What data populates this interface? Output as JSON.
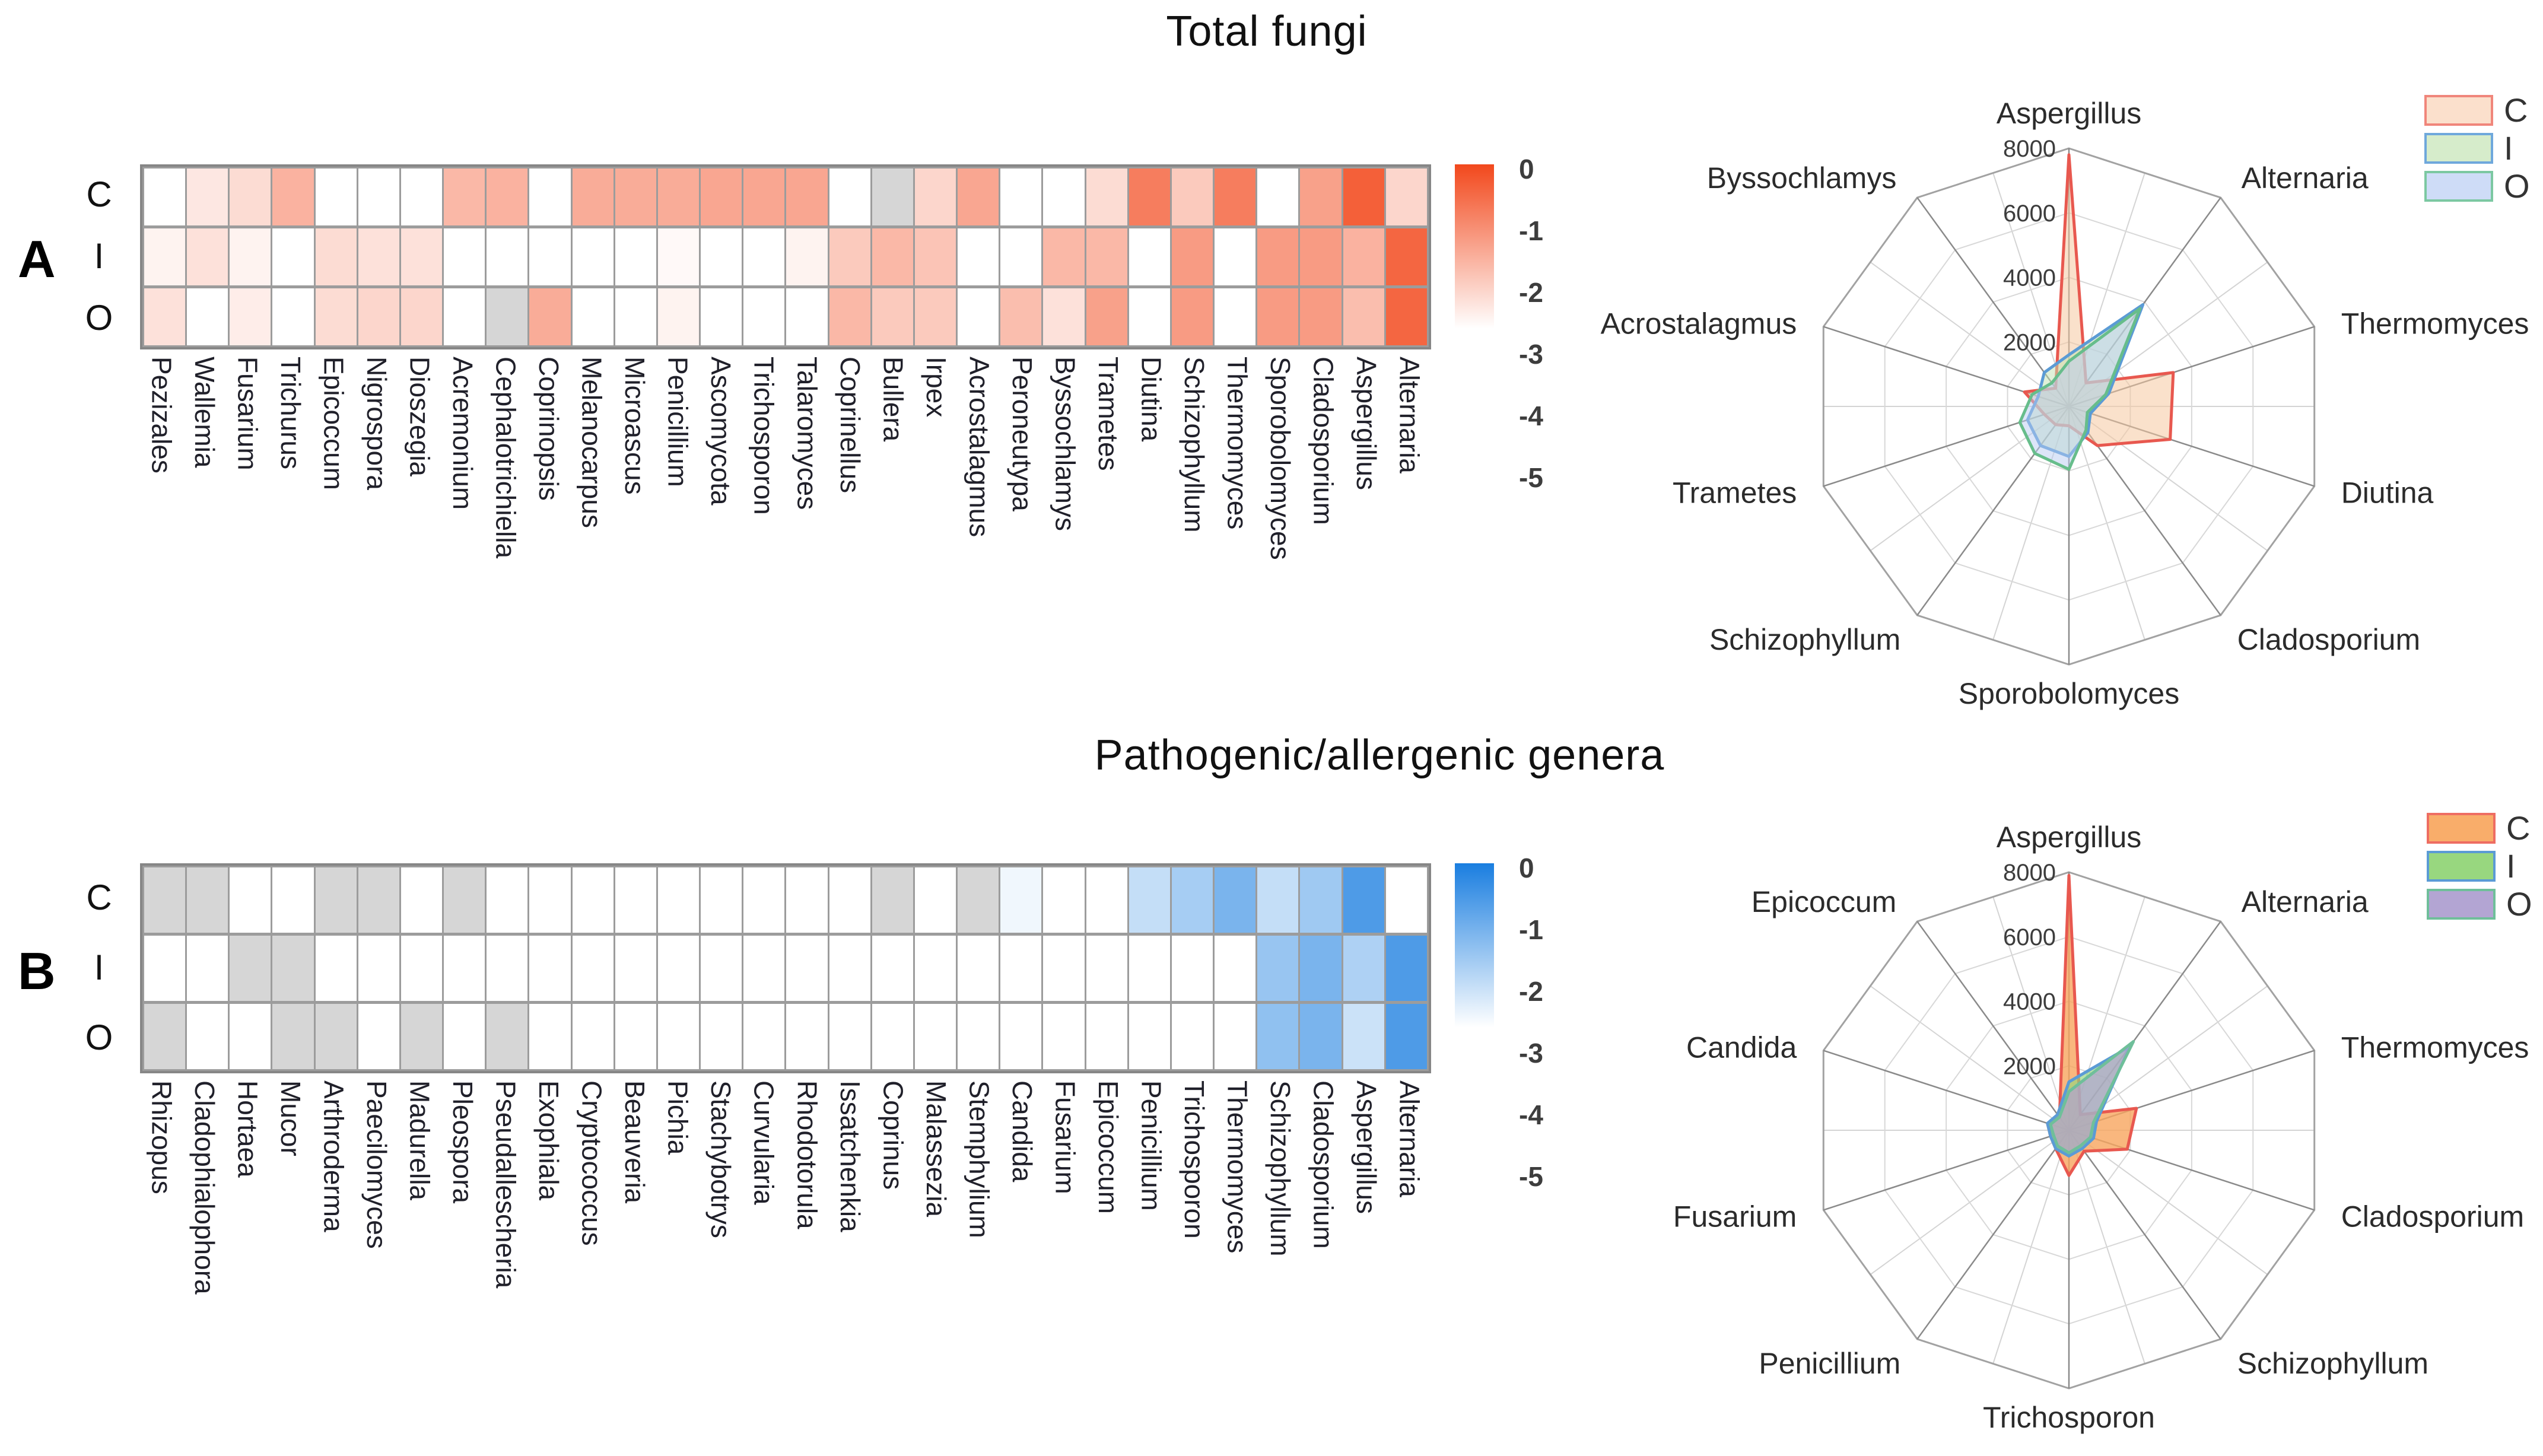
{
  "figure": {
    "panels": [
      {
        "letter": "A",
        "title": "Total fungi"
      },
      {
        "letter": "B",
        "title": "Pathogenic/allergenic genera"
      }
    ]
  },
  "chart_data": [
    {
      "id": "heatmap_total_fungi",
      "type": "heatmap",
      "panel": "A",
      "title": "Total fungi",
      "rows": [
        "C",
        "I",
        "O"
      ],
      "categories": [
        "Pezizales",
        "Wallemia",
        "Fusarium",
        "Trichurus",
        "Epicoccum",
        "Nigrospora",
        "Dioszegia",
        "Acremonium",
        "Cephalotrichiella",
        "Coprinopsis",
        "Melanocarpus",
        "Microascus",
        "Penicillium",
        "Ascomycota",
        "Trichosporon",
        "Talaromyces",
        "Coprinellus",
        "Bullera",
        "Irpex",
        "Acrostalagmus",
        "Peroneutypa",
        "Byssochlamys",
        "Trametes",
        "Diutina",
        "Schizophyllum",
        "Thermomyces",
        "Sporobolomyces",
        "Cladosporium",
        "Aspergillus",
        "Alternaria"
      ],
      "values": {
        "C": [
          -3.5,
          -2.7,
          -2.5,
          -1.8,
          -3.5,
          -3.5,
          -3.5,
          -1.9,
          -1.8,
          -3.5,
          -1.7,
          -1.7,
          -1.7,
          -1.6,
          -1.6,
          -1.6,
          -3.5,
          null,
          -2.4,
          -1.6,
          -3.5,
          -3.2,
          -2.5,
          -0.9,
          -2.2,
          -0.9,
          -3.5,
          -1.5,
          -0.4,
          -2.4
        ],
        "I": [
          -2.9,
          -2.6,
          -2.9,
          -3.5,
          -2.5,
          -2.6,
          -2.6,
          -3.5,
          -3.5,
          -3.5,
          -3.5,
          -3.5,
          -3.0,
          -3.5,
          -3.5,
          -2.9,
          -2.2,
          -1.9,
          -2.1,
          -3.5,
          -3.5,
          -1.9,
          -1.9,
          -3.5,
          -1.4,
          -3.5,
          -1.4,
          -1.4,
          -1.8,
          -0.5
        ],
        "O": [
          -2.6,
          -3.5,
          -2.8,
          -3.5,
          -2.5,
          -2.4,
          -2.4,
          -3.5,
          null,
          -1.7,
          -3.5,
          -3.5,
          -2.9,
          -3.5,
          -3.5,
          -3.3,
          -1.9,
          -2.2,
          -2.2,
          -3.5,
          -2.0,
          -2.6,
          -1.5,
          -3.5,
          -1.4,
          -3.5,
          -1.4,
          -1.4,
          -2.0,
          -0.5
        ]
      },
      "colorbar": {
        "ticks": [
          "0",
          "-1",
          "-2",
          "-3",
          "-4",
          "-5"
        ],
        "max_color": "#f2481c",
        "missing_color": "#d6d6d6"
      }
    },
    {
      "id": "radar_total_fungi",
      "type": "radar",
      "panel": "A",
      "categories": [
        "Aspergillus",
        "Alternaria",
        "Thermomyces",
        "Diutina",
        "Cladosporium",
        "Sporobolomyces",
        "Schizophyllum",
        "Trametes",
        "Acrostalagmus",
        "Byssochlamys"
      ],
      "max": 8000,
      "radial_ticks": [
        2000,
        4000,
        6000,
        8000
      ],
      "legend_position": "top-right",
      "series": [
        {
          "name": "C",
          "values": [
            7800,
            900,
            3400,
            3300,
            1500,
            600,
            700,
            800,
            1450,
            700
          ],
          "stroke": "#e8584f",
          "fill": "#f6c9a0",
          "fill_opacity": 0.55,
          "legend_fill": "#fbe0cc",
          "legend_stroke": "#f0867b"
        },
        {
          "name": "I",
          "values": [
            1600,
            3900,
            1300,
            700,
            1000,
            1550,
            1500,
            1350,
            1000,
            1300
          ],
          "stroke": "#5b9bd5",
          "fill": "#bfe2b2",
          "fill_opacity": 0.5,
          "legend_fill": "#d6eccb",
          "legend_stroke": "#6fa8dc"
        },
        {
          "name": "O",
          "values": [
            1400,
            3750,
            1200,
            600,
            900,
            1950,
            1800,
            1600,
            1200,
            900
          ],
          "stroke": "#67bd8b",
          "fill": "#b9ccf1",
          "fill_opacity": 0.5,
          "legend_fill": "#cedcf7",
          "legend_stroke": "#7cc8a2"
        }
      ]
    },
    {
      "id": "heatmap_pathogenic_allergenic",
      "type": "heatmap",
      "panel": "B",
      "title": "Pathogenic/allergenic genera",
      "rows": [
        "C",
        "I",
        "O"
      ],
      "categories": [
        "Rhizopus",
        "Cladophialophora",
        "Hortaea",
        "Mucor",
        "Arthroderma",
        "Paecilomyces",
        "Madurella",
        "Pleospora",
        "Pseudallescheria",
        "Exophiala",
        "Cryptococcus",
        "Beauveria",
        "Pichia",
        "Stachybotrys",
        "Curvularia",
        "Rhodotorula",
        "Issatchenkia",
        "Coprinus",
        "Malassezia",
        "Stemphylium",
        "Candida",
        "Fusarium",
        "Epicoccum",
        "Penicillium",
        "Trichosporon",
        "Thermomyces",
        "Schizophyllum",
        "Cladosporium",
        "Aspergillus",
        "Alternaria"
      ],
      "values": {
        "C": [
          null,
          null,
          -3.5,
          -3.5,
          null,
          null,
          -3.5,
          null,
          -3.5,
          -3.5,
          -3.5,
          -3.5,
          -3.5,
          -3.5,
          -3.5,
          -3.5,
          -3.5,
          null,
          -3.5,
          null,
          -2.9,
          -3.5,
          -3.5,
          -2.3,
          -1.9,
          -1.3,
          -2.3,
          -1.8,
          -0.7,
          -3.1
        ],
        "I": [
          -3.5,
          -3.5,
          null,
          null,
          -3.5,
          -3.5,
          -3.5,
          -3.5,
          -3.5,
          -3.5,
          -3.5,
          -3.5,
          -3.5,
          -3.5,
          -3.5,
          -3.5,
          -3.5,
          -3.5,
          -3.5,
          -3.5,
          -3.5,
          -3.5,
          -3.5,
          -3.5,
          -3.5,
          -3.5,
          -1.7,
          -1.3,
          -2.0,
          -0.7
        ],
        "O": [
          null,
          -3.5,
          -3.5,
          null,
          null,
          -3.5,
          null,
          -3.5,
          null,
          -3.5,
          -3.5,
          -3.5,
          -3.5,
          -3.5,
          -3.5,
          -3.5,
          -3.5,
          -3.5,
          -3.5,
          -3.5,
          -3.5,
          -3.5,
          -3.5,
          -3.5,
          -3.5,
          -3.5,
          -1.6,
          -1.3,
          -2.4,
          -0.7
        ]
      },
      "colorbar": {
        "ticks": [
          "0",
          "-1",
          "-2",
          "-3",
          "-4",
          "-5"
        ],
        "max_color": "#1a7ee0",
        "missing_color": "#d6d6d6"
      }
    },
    {
      "id": "radar_pathogenic_allergenic",
      "type": "radar",
      "panel": "B",
      "categories": [
        "Aspergillus",
        "Alternaria",
        "Thermomyces",
        "Cladosporium",
        "Schizophyllum",
        "Trichosporon",
        "Penicillium",
        "Fusarium",
        "Candida",
        "Epicoccum"
      ],
      "max": 8000,
      "radial_ticks": [
        2000,
        4000,
        6000,
        8000
      ],
      "legend_position": "top-right",
      "series": [
        {
          "name": "C",
          "values": [
            7900,
            600,
            2200,
            1900,
            800,
            1400,
            700,
            600,
            700,
            500
          ],
          "stroke": "#e8584f",
          "fill": "#f8a55e",
          "fill_opacity": 0.8,
          "legend_fill": "#f9ad6a",
          "legend_stroke": "#ee6d62"
        },
        {
          "name": "I",
          "values": [
            1500,
            3200,
            900,
            800,
            700,
            800,
            700,
            600,
            700,
            600
          ],
          "stroke": "#5b9bd5",
          "fill": "#93d57d",
          "fill_opacity": 0.65,
          "legend_fill": "#98d77f",
          "legend_stroke": "#5b9bd5"
        },
        {
          "name": "O",
          "values": [
            1200,
            3400,
            800,
            700,
            600,
            700,
            600,
            500,
            600,
            500
          ],
          "stroke": "#6fbf9a",
          "fill": "#b0a1d2",
          "fill_opacity": 0.7,
          "legend_fill": "#b3a5d3",
          "legend_stroke": "#6fbf9a"
        }
      ]
    }
  ]
}
